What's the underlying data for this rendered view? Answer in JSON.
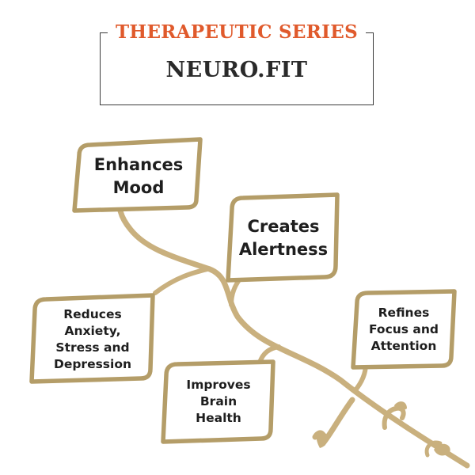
{
  "header": {
    "series_label": "THERAPEUTIC SERIES",
    "brand_name": "NEURO.FIT"
  },
  "benefits": [
    {
      "label": "Enhances\nMood"
    },
    {
      "label": "Creates\nAlertness"
    },
    {
      "label": "Reduces\nAnxiety,\nStress and\nDepression"
    },
    {
      "label": "Refines\nFocus and\nAttention"
    },
    {
      "label": "Improves\nBrain\nHealth"
    }
  ],
  "colors": {
    "accent": "#e05a2c",
    "branch": "#c9b07e",
    "leaf_border": "#b49d68",
    "leaf_fill": "#ffffff",
    "text": "#1e1e1e"
  }
}
